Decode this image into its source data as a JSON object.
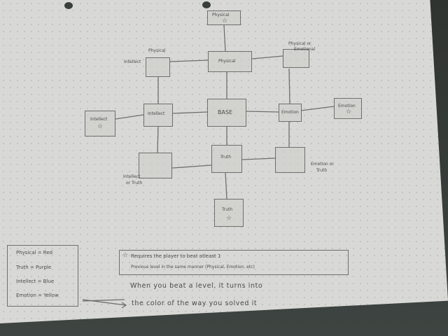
{
  "nodes": {
    "top_physical": "Physical",
    "physical": "Physical",
    "base": "BASE",
    "intellect": "Intellect",
    "emotion": "Emotion",
    "truth": "Truth",
    "bottom_truth": "Truth",
    "left_intellect": "Intellect",
    "right_emotion": "Emotion",
    "physical_intellect_top": "Physical",
    "physical_intellect_bottom": "Intellect",
    "physical_emotion_line1": "Physical or",
    "physical_emotion_line2": "Emotional",
    "intellect_truth_line1": "Intellect",
    "intellect_truth_line2": "or Truth",
    "emotion_truth_line1": "Emotion or",
    "emotion_truth_line2": "Truth"
  },
  "legend": [
    "Physical = Red",
    "Truth = Purple",
    "Intellect = Blue",
    "Emotion = Yellow"
  ],
  "note": {
    "line1": "Requires the player to beat atleast 1",
    "line2": "Previous level in the same manner (Physical, Emotion, etc)"
  },
  "footer": {
    "line1": "When you beat a level, it turns into",
    "line2": "the color of the way you solved it"
  },
  "icons": [
    "star-icon",
    "arrow-icon"
  ]
}
